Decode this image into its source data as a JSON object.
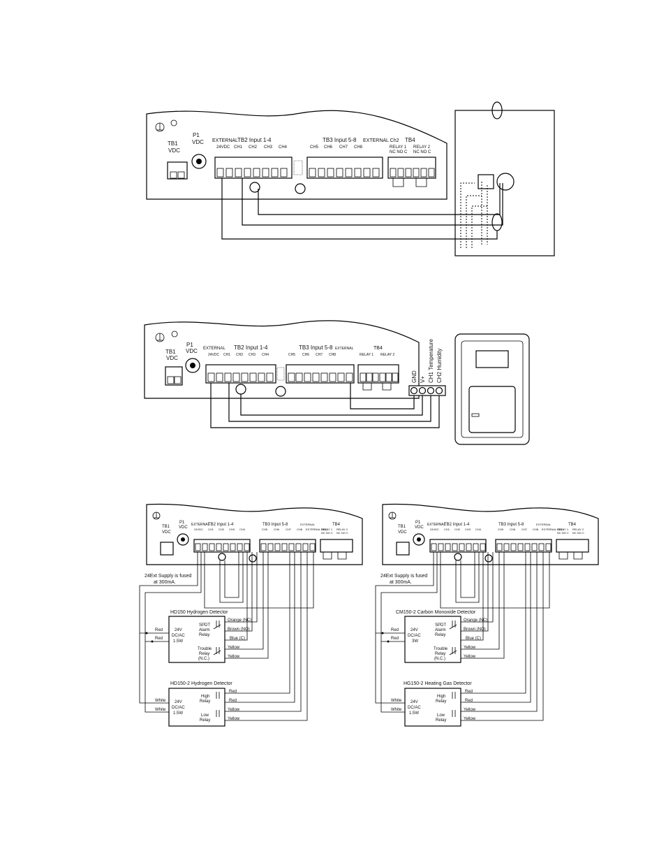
{
  "board": {
    "tb1": "TB1",
    "vdc": "VDC",
    "p1": "P1",
    "external": "EXTERNAL",
    "external_24vdc": "24VDC",
    "tb2": "TB2 Input 1-4",
    "tb3": "TB3 Input 5-8",
    "tb4": "TB4",
    "ch_in": [
      "CH1",
      "CH2",
      "CH3",
      "CH4"
    ],
    "ch_out": [
      "CH5",
      "CH6",
      "CH7",
      "CH8"
    ],
    "external_ch": "EXTERNAL Ch2",
    "relay1": "RELAY 1",
    "relay2": "RELAY 2",
    "nc_no_c": "NC NO C",
    "external_gnd": "EXTERNAL GND"
  },
  "thermostat": {
    "terminals": [
      "GND",
      "V+",
      "CH1 Temperature",
      "CH2 Humidity"
    ]
  },
  "panels": [
    {
      "fuse_note_1": "24Ext Supply is fused",
      "fuse_note_2": "at 300mA.",
      "detector_a": {
        "title": "HD150 Hydrogen Detector",
        "supply": [
          "24V",
          "DC/AC",
          "1.5W"
        ],
        "relay1": [
          "SPDT",
          "Alarm",
          "Relay"
        ],
        "relay2": [
          "Trouble",
          "Relay",
          "(N.C.)"
        ],
        "wires": [
          "Orange (NC)",
          "Brown (NO)",
          "Blue (C)",
          "Yellow",
          "Yellow"
        ],
        "in_wires": [
          "Red",
          "Red"
        ]
      },
      "detector_b": {
        "title": "HD150-2 Hydrogen Detector",
        "supply": [
          "24V",
          "DC/AC",
          "1.5W"
        ],
        "relay1": [
          "High",
          "Relay"
        ],
        "relay2": [
          "Low",
          "Relay"
        ],
        "wires": [
          "Red",
          "Red",
          "Yellow",
          "Yellow"
        ],
        "in_wires": [
          "White",
          "White"
        ]
      }
    },
    {
      "fuse_note_1": "24Ext Supply is fused",
      "fuse_note_2": "at 300mA.",
      "detector_a": {
        "title": "CM150-2 Carbon Monoxide Detector",
        "supply": [
          "24V",
          "DC/AC",
          "3W"
        ],
        "relay1": [
          "SPDT",
          "Alarm",
          "Relay"
        ],
        "relay2": [
          "Trouble",
          "Relay",
          "(N.C.)"
        ],
        "wires": [
          "Orange (NC)",
          "Brown (NO)",
          "Blue (C)",
          "Yellow",
          "Yellow"
        ],
        "in_wires": [
          "Red",
          "Red"
        ]
      },
      "detector_b": {
        "title": "HG150-2 Heating Gas Detector",
        "supply": [
          "24V",
          "DC/AC",
          "1.5W"
        ],
        "relay1": [
          "High",
          "Relay"
        ],
        "relay2": [
          "Low",
          "Relay"
        ],
        "wires": [
          "Red",
          "Red",
          "Yellow",
          "Yellow"
        ],
        "in_wires": [
          "White",
          "White"
        ]
      }
    }
  ]
}
